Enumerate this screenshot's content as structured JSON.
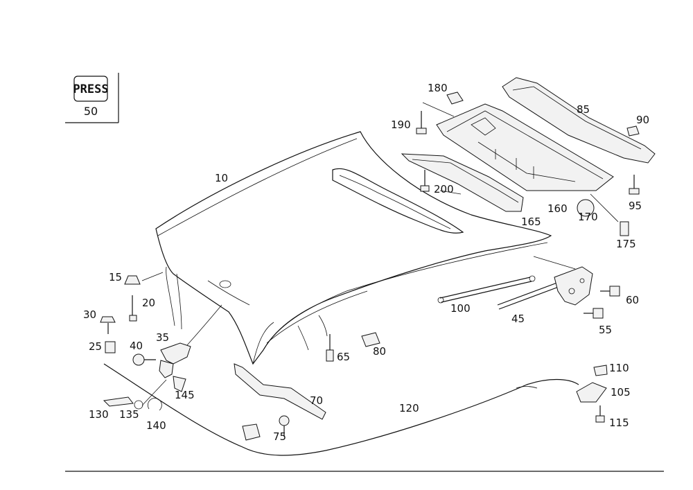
{
  "stamp": {
    "title": "PRESS",
    "number": "50"
  },
  "labels": {
    "p10": "10",
    "p15": "15",
    "p20": "20",
    "p25": "25",
    "p30": "30",
    "p35": "35",
    "p40": "40",
    "p45": "45",
    "p55": "55",
    "p60": "60",
    "p65": "65",
    "p70": "70",
    "p75": "75",
    "p80": "80",
    "p85": "85",
    "p90": "90",
    "p95": "95",
    "p100": "100",
    "p105": "105",
    "p110": "110",
    "p115": "115",
    "p120": "120",
    "p130": "130",
    "p135": "135",
    "p140": "140",
    "p145": "145",
    "p160": "160",
    "p165": "165",
    "p170": "170",
    "p175": "175",
    "p180": "180",
    "p190": "190",
    "p200": "200"
  }
}
